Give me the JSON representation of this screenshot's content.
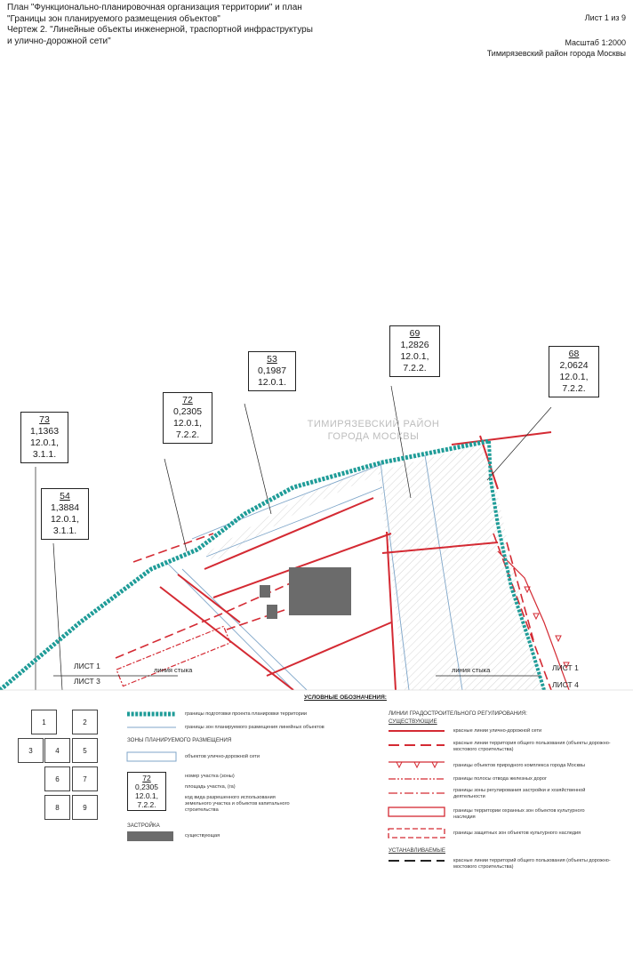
{
  "header": {
    "title_lines": [
      "План \"Функционально-планировочная организация территории\" и план",
      "\"Границы зон планируемого размещения объектов\"",
      "Чертеж 2. \"Линейные объекты инженерной, траспортной инфраструктуры",
      "и улично-дорожной сети\""
    ],
    "sheet": "Лист 1 из 9",
    "scale": "Масштаб 1:2000",
    "district": "Тимирязевский район города Москвы"
  },
  "map": {
    "district_label_1": "ТИМИРЯЗЕВСКИЙ РАЙОН",
    "district_label_2": "ГОРОДА МОСКВЫ",
    "parcels": [
      {
        "number": "73",
        "area": "1,1363",
        "code1": "12.0.1,",
        "code2": "3.1.1."
      },
      {
        "number": "54",
        "area": "1,3884",
        "code1": "12.0.1,",
        "code2": "3.1.1."
      },
      {
        "number": "72",
        "area": "0,2305",
        "code1": "12.0.1,",
        "code2": "7.2.2."
      },
      {
        "number": "53",
        "area": "0,1987",
        "code1": "12.0.1.",
        "code2": ""
      },
      {
        "number": "69",
        "area": "1,2826",
        "code1": "12.0.1,",
        "code2": "7.2.2."
      },
      {
        "number": "68",
        "area": "2,0624",
        "code1": "12.0.1,",
        "code2": "7.2.2."
      }
    ],
    "joint_line_left": "линия стыка",
    "joint_line_right": "линия стыка",
    "sheet1_left": "ЛИСТ 1",
    "sheet3": "ЛИСТ 3",
    "sheet1_right": "ЛИСТ 1",
    "sheet4": "ЛИСТ 4"
  },
  "legend": {
    "title": "УСЛОВНЫЕ ОБОЗНАЧЕНИЯ:",
    "sheet_grid": [
      "1",
      "2",
      "3",
      "4",
      "5",
      "6",
      "7",
      "8",
      "9"
    ],
    "boundary_planning": "границы подготовки проекта планировки территории",
    "boundary_linear": "границы зон планируемого размещения линейных объектов",
    "zones_heading": "ЗОНЫ ПЛАНИРУЕМОГО РАЗМЕЩЕНИЯ",
    "zone_road": "объектов улично-дорожной сети",
    "sample": {
      "number": "72",
      "area": "0,2305",
      "code1": "12.0.1,",
      "code2": "7.2.2."
    },
    "sample_number_desc": "номер участка (зоны)",
    "sample_area_desc": "площадь участка, (га)",
    "sample_code_desc": "код вида разрешенного использования земельного участка и объектов капитального строительства",
    "buildings_heading": "ЗАСТРОЙКА",
    "buildings_existing": "существующая",
    "reg_lines_heading": "ЛИНИИ ГРАДОСТРОИТЕЛЬНОГО РЕГУЛИРОВАНИЯ:",
    "existing_heading": "СУЩЕСТВУЮЩИЕ",
    "items_existing": [
      "красные линии улично-дорожной сети",
      "красные линии территория общего пользования (объекты дорожно-мостового строительства)",
      "границы объектов природного комплекса города Москвы",
      "границы полосы отвода железных дорог",
      "границы зоны регулирования застройки и хозяйственной деятельности",
      "границы территории охранных зон объектов культурного наследия",
      "границы защитных зон объектов культурного наследия"
    ],
    "established_heading": "УСТАНАВЛИВАЕМЫЕ",
    "item_established": "красные линии территорий общего пользования (объекты дорожно-мостового строительства)"
  },
  "colors": {
    "red_line": "#d42a33",
    "teal_boundary": "#1f9c98",
    "building": "#6b6b6b",
    "blue_line": "#7fa6c9"
  }
}
